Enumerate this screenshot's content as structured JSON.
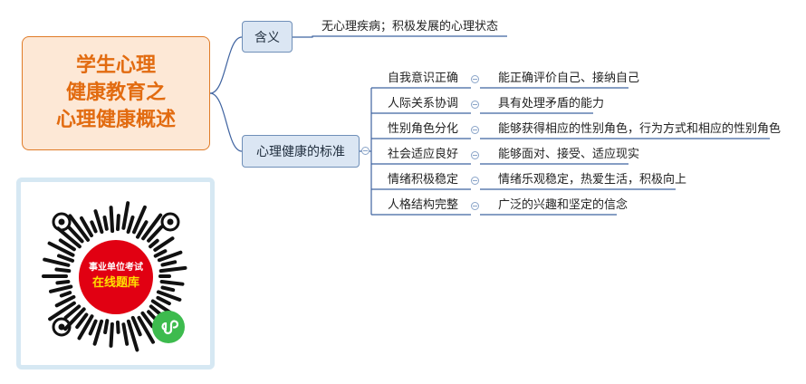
{
  "root": {
    "title": "学生心理\n健康教育之\n心理健康概述"
  },
  "definition": {
    "label": "含义",
    "text": "无心理疾病；积极发展的心理状态"
  },
  "standards": {
    "label": "心理健康的标准",
    "items": [
      {
        "name": "自我意识正确",
        "desc": "能正确评价自己、接纳自己"
      },
      {
        "name": "人际关系协调",
        "desc": "具有处理矛盾的能力"
      },
      {
        "name": "性别角色分化",
        "desc": "能够获得相应的性别角色，行为方式和相应的性别角色"
      },
      {
        "name": "社会适应良好",
        "desc": "能够面对、接受、适应现实"
      },
      {
        "name": "情绪积极稳定",
        "desc": "情绪乐观稳定，热爱生活，积极向上"
      },
      {
        "name": "人格结构完整",
        "desc": "广泛的兴趣和坚定的信念"
      }
    ]
  },
  "promo": {
    "line1": "事业单位考试",
    "line2": "在线题库"
  },
  "colors": {
    "root_text": "#e26b10",
    "root_fill": "#fde8d6",
    "mid_fill": "#dbe6f3",
    "line": "#3f63a0",
    "badge": "#e10012",
    "badge_text": "#ffe000"
  },
  "icons": [
    "collapse-toggle-icon",
    "qr-code-icon",
    "mini-program-icon"
  ]
}
